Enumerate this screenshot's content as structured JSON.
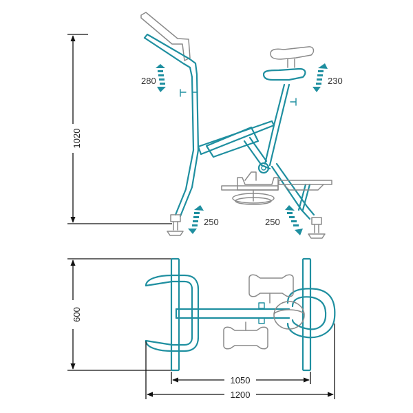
{
  "dimensions": {
    "height": "1020",
    "width": "600",
    "length_inner": "1050",
    "length_outer": "1200"
  },
  "adjustments": {
    "handlebar": "280",
    "seat": "230",
    "front_foot": "250",
    "rear_foot": "250"
  },
  "colors": {
    "frame": "#1f8fa0",
    "parts": "#8a8a8a",
    "dimension_lines": "#111111"
  }
}
